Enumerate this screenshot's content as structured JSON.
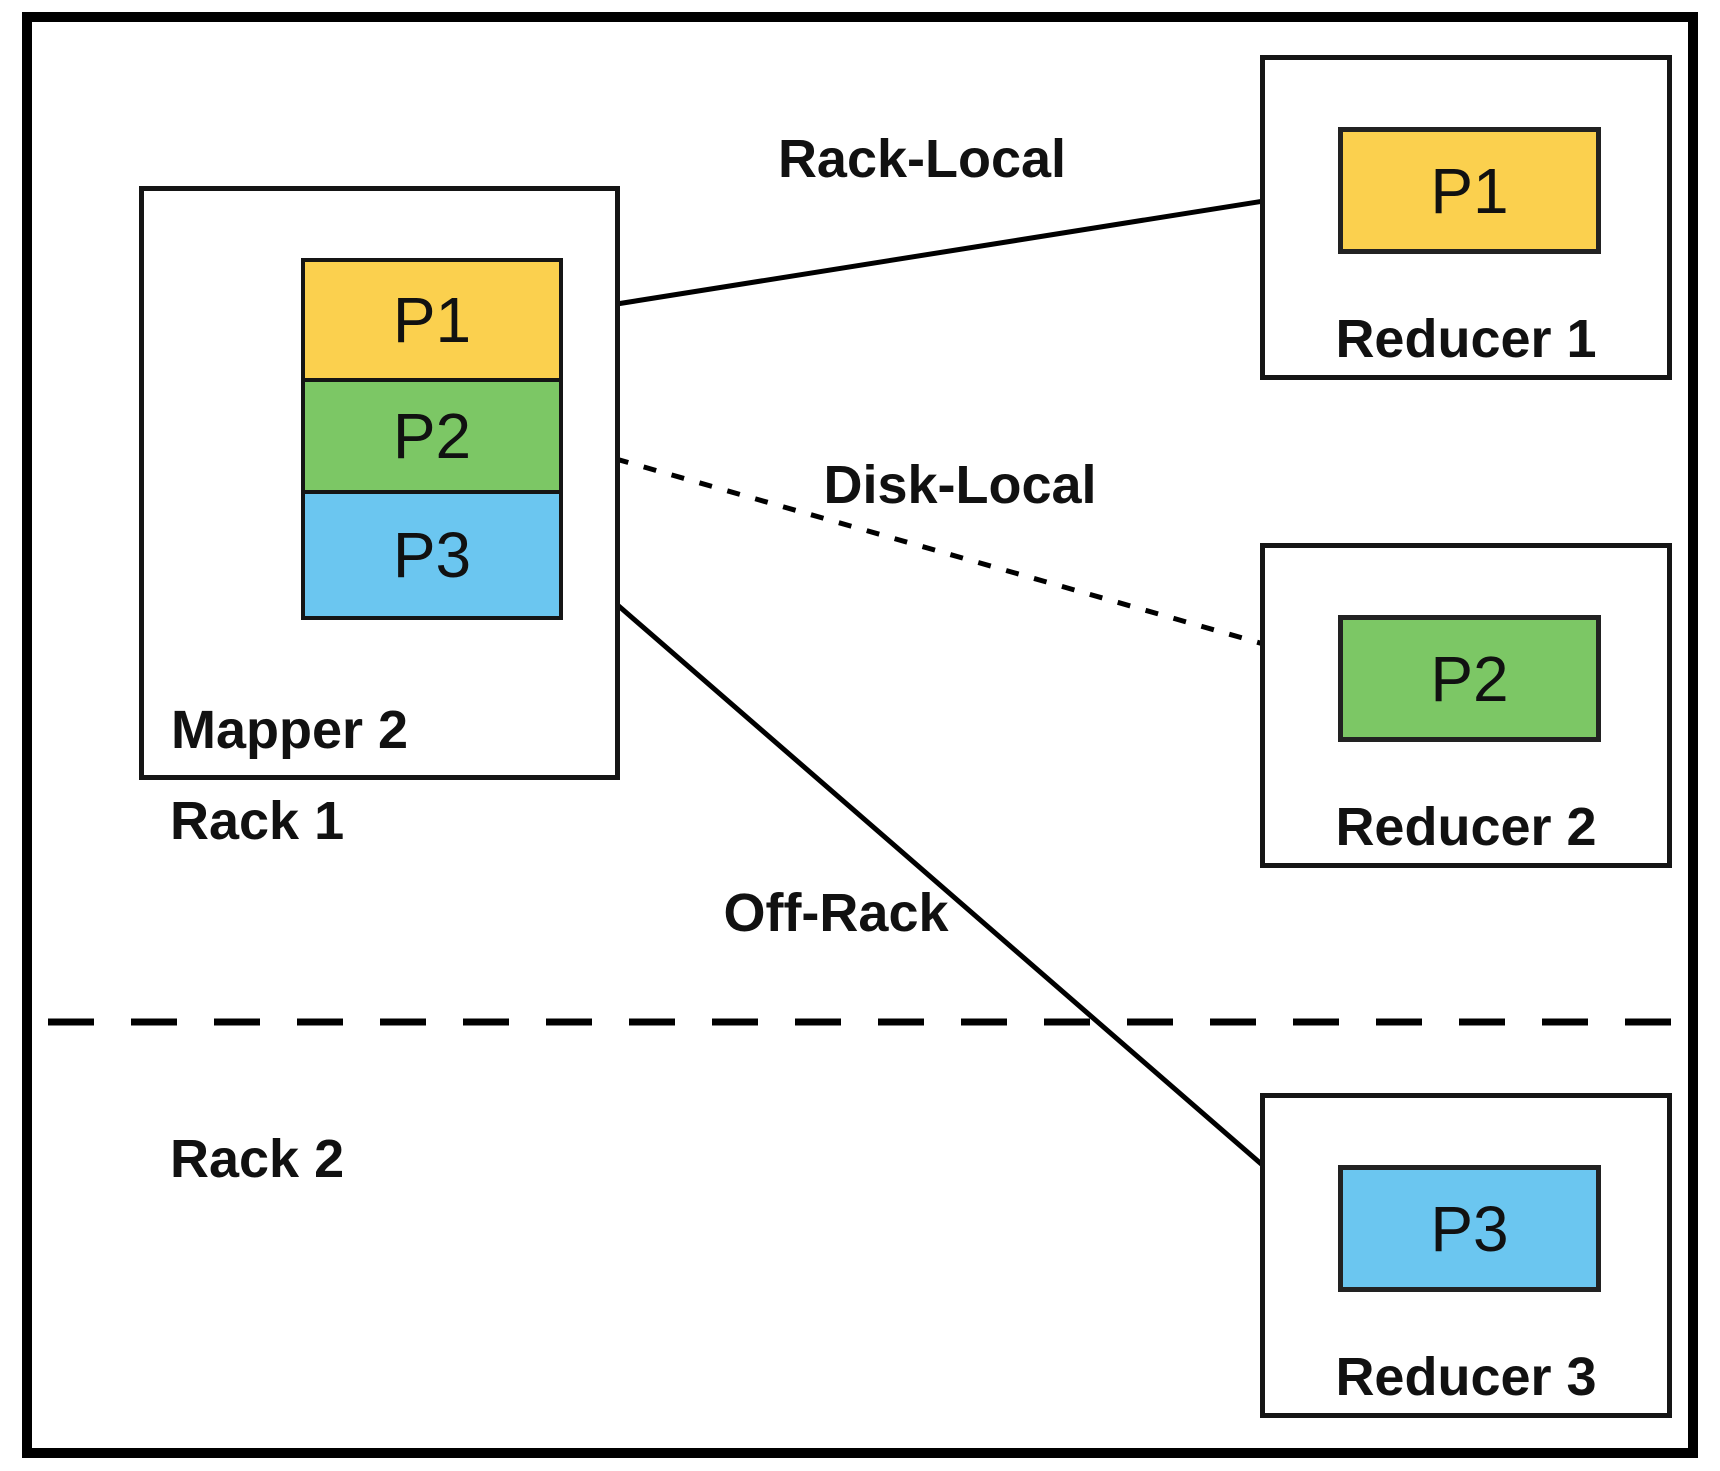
{
  "racks": [
    {
      "label": "Rack 1"
    },
    {
      "label": "Rack 2"
    }
  ],
  "mapper": {
    "label": "Mapper 2",
    "partitions": [
      {
        "id": "P1",
        "color": "#FBD04E"
      },
      {
        "id": "P2",
        "color": "#7CC765"
      },
      {
        "id": "P3",
        "color": "#6BC6F0"
      }
    ]
  },
  "reducers": [
    {
      "label": "Reducer 1",
      "partition": "P1",
      "color": "#FBD04E"
    },
    {
      "label": "Reducer 2",
      "partition": "P2",
      "color": "#7CC765"
    },
    {
      "label": "Reducer 3",
      "partition": "P3",
      "color": "#6BC6F0"
    }
  ],
  "transfers": [
    {
      "label": "Rack-Local",
      "from": "P1",
      "to": "Reducer 1",
      "line_style": "solid"
    },
    {
      "label": "Disk-Local",
      "from": "P2",
      "to": "Reducer 2",
      "line_style": "dashed"
    },
    {
      "label": "Off-Rack",
      "from": "P3",
      "to": "Reducer 3",
      "line_style": "solid"
    }
  ],
  "colors": {
    "line": "#000000",
    "border": "#000000",
    "background": "#ffffff"
  }
}
